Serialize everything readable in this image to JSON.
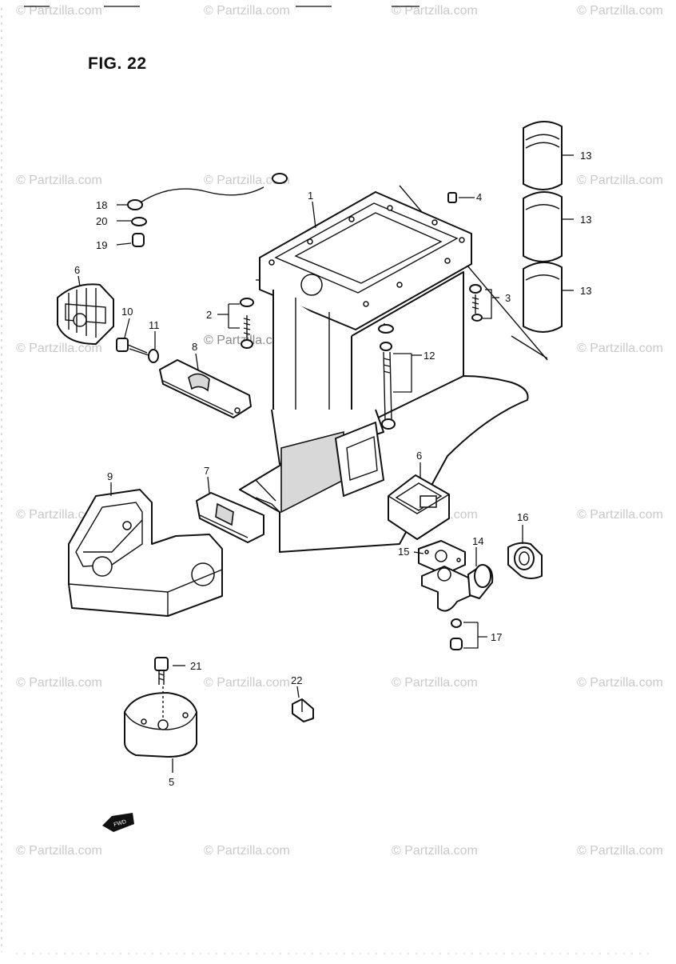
{
  "figure": {
    "title": "FIG. 22"
  },
  "callouts": [
    {
      "id": "c1",
      "label": "1"
    },
    {
      "id": "c2",
      "label": "2"
    },
    {
      "id": "c3",
      "label": "3"
    },
    {
      "id": "c4",
      "label": "4"
    },
    {
      "id": "c5",
      "label": "5"
    },
    {
      "id": "c6a",
      "label": "6"
    },
    {
      "id": "c6b",
      "label": "6"
    },
    {
      "id": "c7",
      "label": "7"
    },
    {
      "id": "c8",
      "label": "8"
    },
    {
      "id": "c9",
      "label": "9"
    },
    {
      "id": "c10",
      "label": "10"
    },
    {
      "id": "c11",
      "label": "11"
    },
    {
      "id": "c12",
      "label": "12"
    },
    {
      "id": "c13a",
      "label": "13"
    },
    {
      "id": "c13b",
      "label": "13"
    },
    {
      "id": "c13c",
      "label": "13"
    },
    {
      "id": "c14",
      "label": "14"
    },
    {
      "id": "c15",
      "label": "15"
    },
    {
      "id": "c16",
      "label": "16"
    },
    {
      "id": "c17",
      "label": "17"
    },
    {
      "id": "c18",
      "label": "18"
    },
    {
      "id": "c19",
      "label": "19"
    },
    {
      "id": "c20",
      "label": "20"
    },
    {
      "id": "c21",
      "label": "21"
    },
    {
      "id": "c22",
      "label": "22"
    }
  ],
  "watermark": {
    "text": "© Partzilla.com"
  },
  "direction_marker": {
    "text": "FWD"
  }
}
